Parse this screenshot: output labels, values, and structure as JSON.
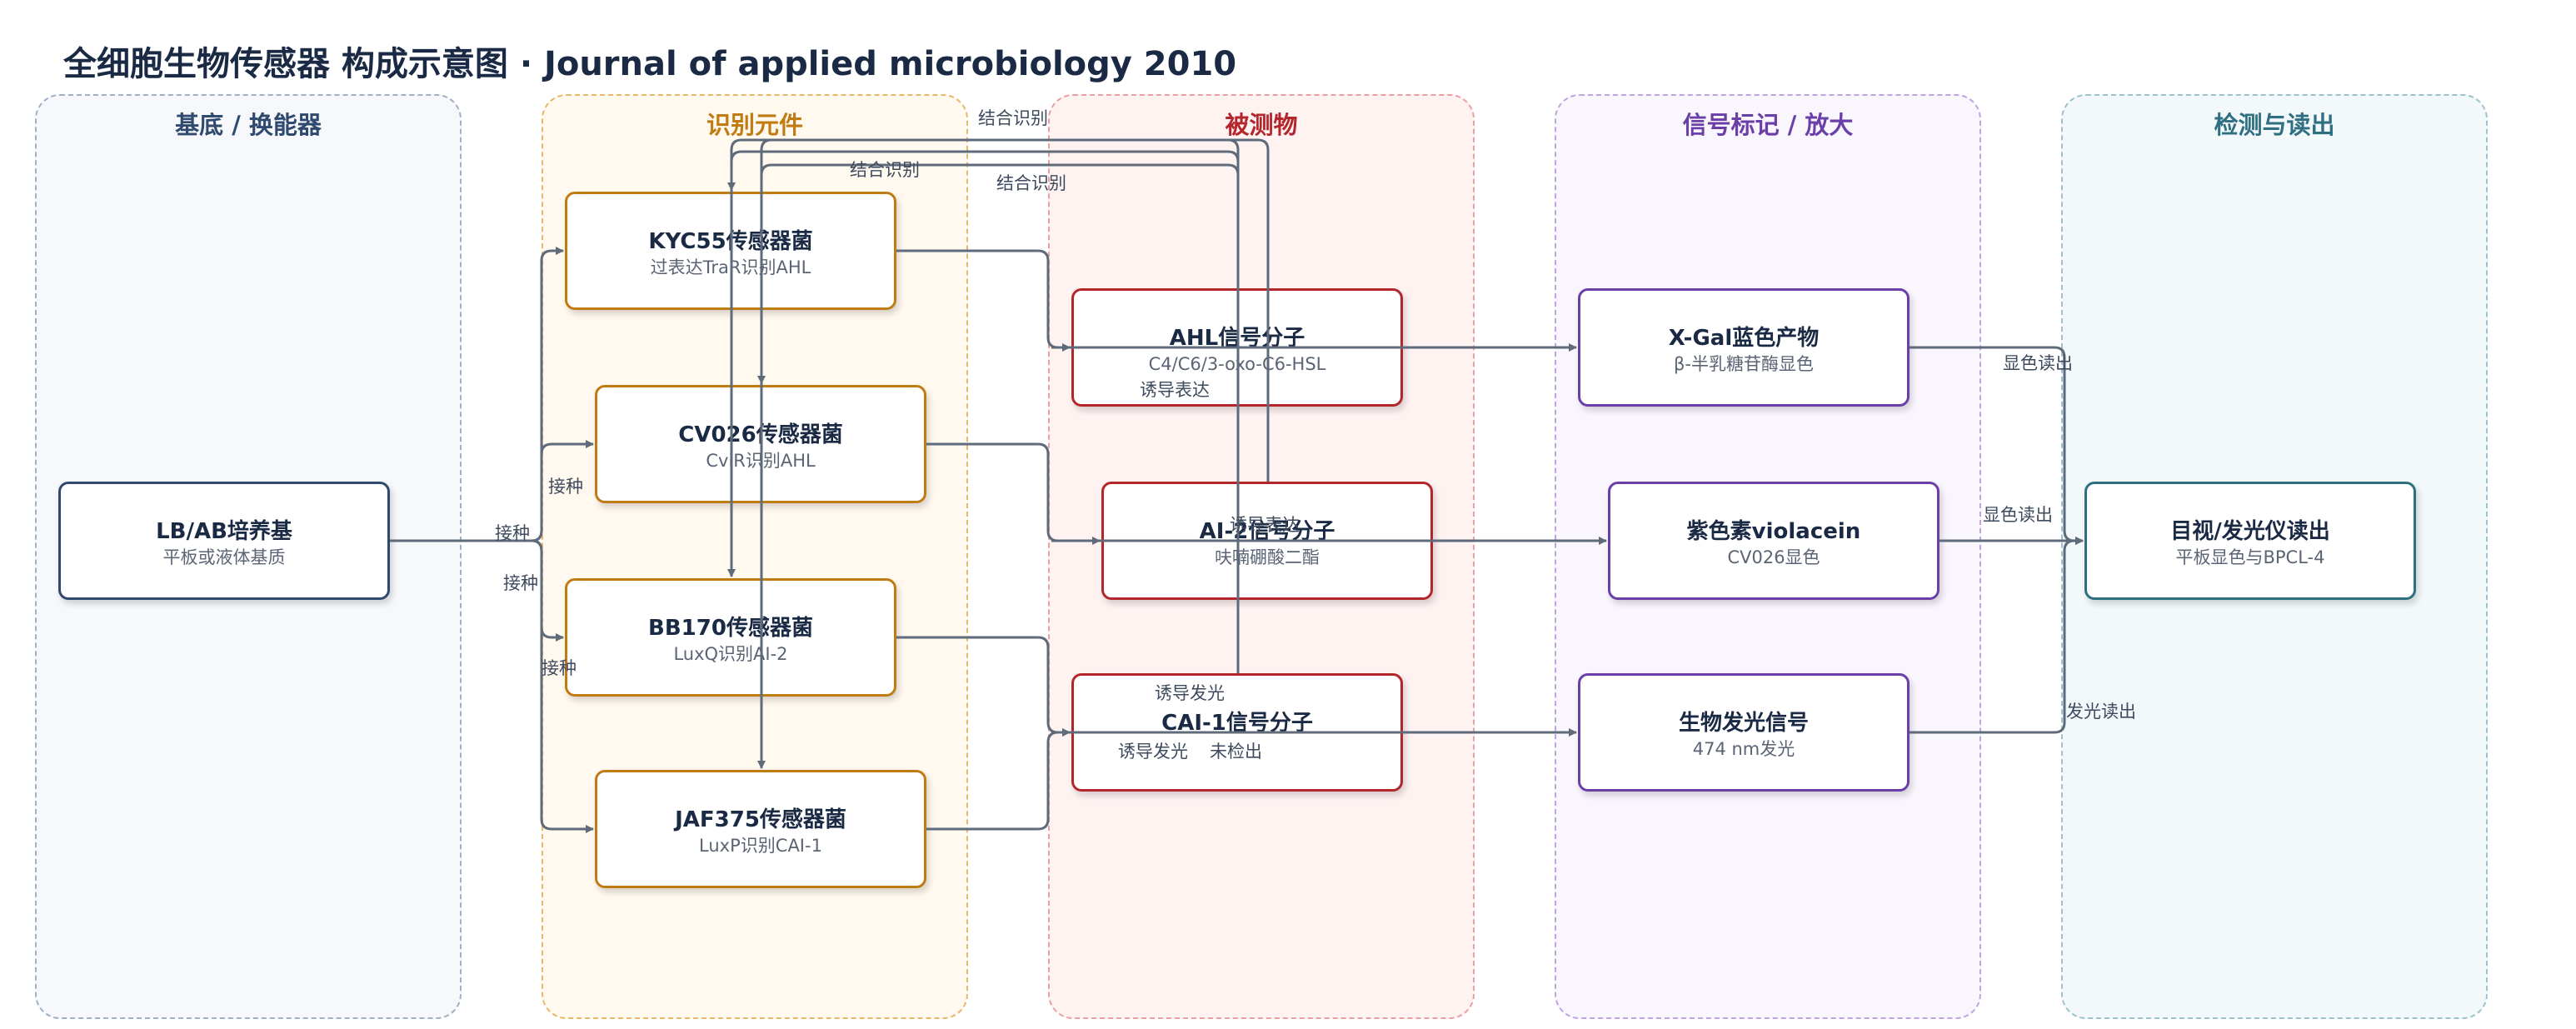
{
  "title": "全细胞生物传感器 构成示意图 · Journal of applied microbiology 2010",
  "lanes": [
    {
      "title": "基底 / 换能器",
      "color": "#2f4a6e"
    },
    {
      "title": "识别元件",
      "color": "#c07b12"
    },
    {
      "title": "被测物",
      "color": "#b3262b"
    },
    {
      "title": "信号标记 / 放大",
      "color": "#6a3fa8"
    },
    {
      "title": "检测与读出",
      "color": "#2f6f82"
    }
  ],
  "nodes": {
    "medium": {
      "title": "LB/AB培养基",
      "sub": "平板或液体基质"
    },
    "kyc55": {
      "title": "KYC55传感器菌",
      "sub": "过表达TraR识别AHL"
    },
    "cv026": {
      "title": "CV026传感器菌",
      "sub": "CviR识别AHL"
    },
    "bb170": {
      "title": "BB170传感器菌",
      "sub": "LuxQ识别AI-2"
    },
    "jaf375": {
      "title": "JAF375传感器菌",
      "sub": "LuxP识别CAI-1"
    },
    "ahl": {
      "title": "AHL信号分子",
      "sub": "C4/C6/3-oxo-C6-HSL"
    },
    "ai2": {
      "title": "AI-2信号分子",
      "sub": "呋喃硼酸二酯"
    },
    "cai1": {
      "title": "CAI-1信号分子",
      "sub": ""
    },
    "xgal": {
      "title": "X-Gal蓝色产物",
      "sub": "β-半乳糖苷酶显色"
    },
    "violacein": {
      "title": "紫色素violacein",
      "sub": "CV026显色"
    },
    "biolum": {
      "title": "生物发光信号",
      "sub": "474 nm发光"
    },
    "readout": {
      "title": "目视/发光仪读出",
      "sub": "平板显色与BPCL-4"
    }
  },
  "edge_labels": {
    "inoc1": "接种",
    "inoc2": "接种",
    "inoc3": "接种",
    "inoc4": "接种",
    "bind1": "结合识别",
    "bind2": "结合识别",
    "bind3": "结合识别",
    "induce_expr1": "诱导表达",
    "induce_expr2": "诱导表达",
    "induce_lum1": "诱导发光",
    "induce_lum2": "诱导发光",
    "not_detected": "未检出",
    "read_color1": "显色读出",
    "read_color2": "显色读出",
    "read_lum": "发光读出"
  },
  "colors": {
    "edge": "#5f6b7a",
    "substrate_border": "#2f4a6e",
    "recognition_border": "#c07b12",
    "analyte_border": "#b3262b",
    "signal_border": "#6a3fa8",
    "readout_border": "#2f6f82"
  }
}
